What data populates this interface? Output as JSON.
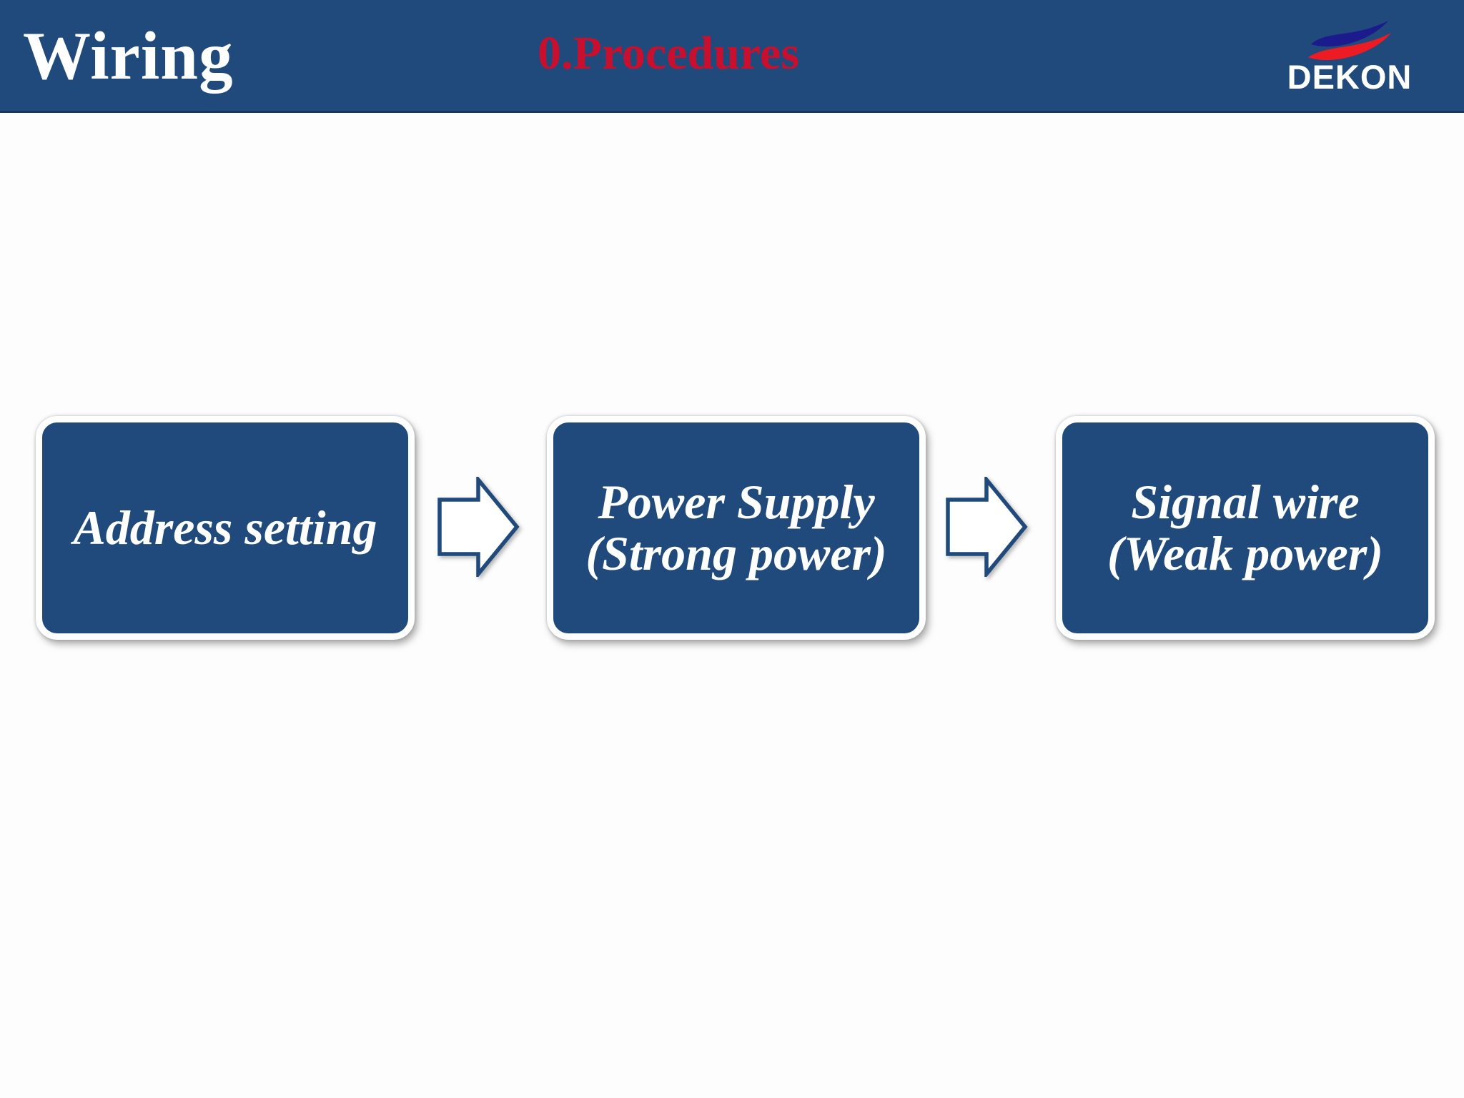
{
  "slide": {
    "section_title": "Wiring",
    "page_title": "0.Procedures"
  },
  "logo": {
    "brand": "DEKON",
    "swoosh_navy": "#1b1b8e",
    "swoosh_red": "#ed1c24"
  },
  "colors": {
    "header_bg": "#1f4a7b",
    "header_border": "#17375e",
    "title_red": "#c8102e",
    "box_bg": "#1f4a7b",
    "box_border": "#ffffff",
    "box_text": "#ffffff",
    "arrow_fill": "#ffffff",
    "arrow_stroke": "#1f4a7b",
    "background": "#fdfdfe"
  },
  "flow": {
    "steps": [
      {
        "lines": [
          "Address setting"
        ]
      },
      {
        "lines": [
          "Power Supply",
          "(Strong power)"
        ]
      },
      {
        "lines": [
          "Signal wire",
          "(Weak power)"
        ]
      }
    ]
  }
}
